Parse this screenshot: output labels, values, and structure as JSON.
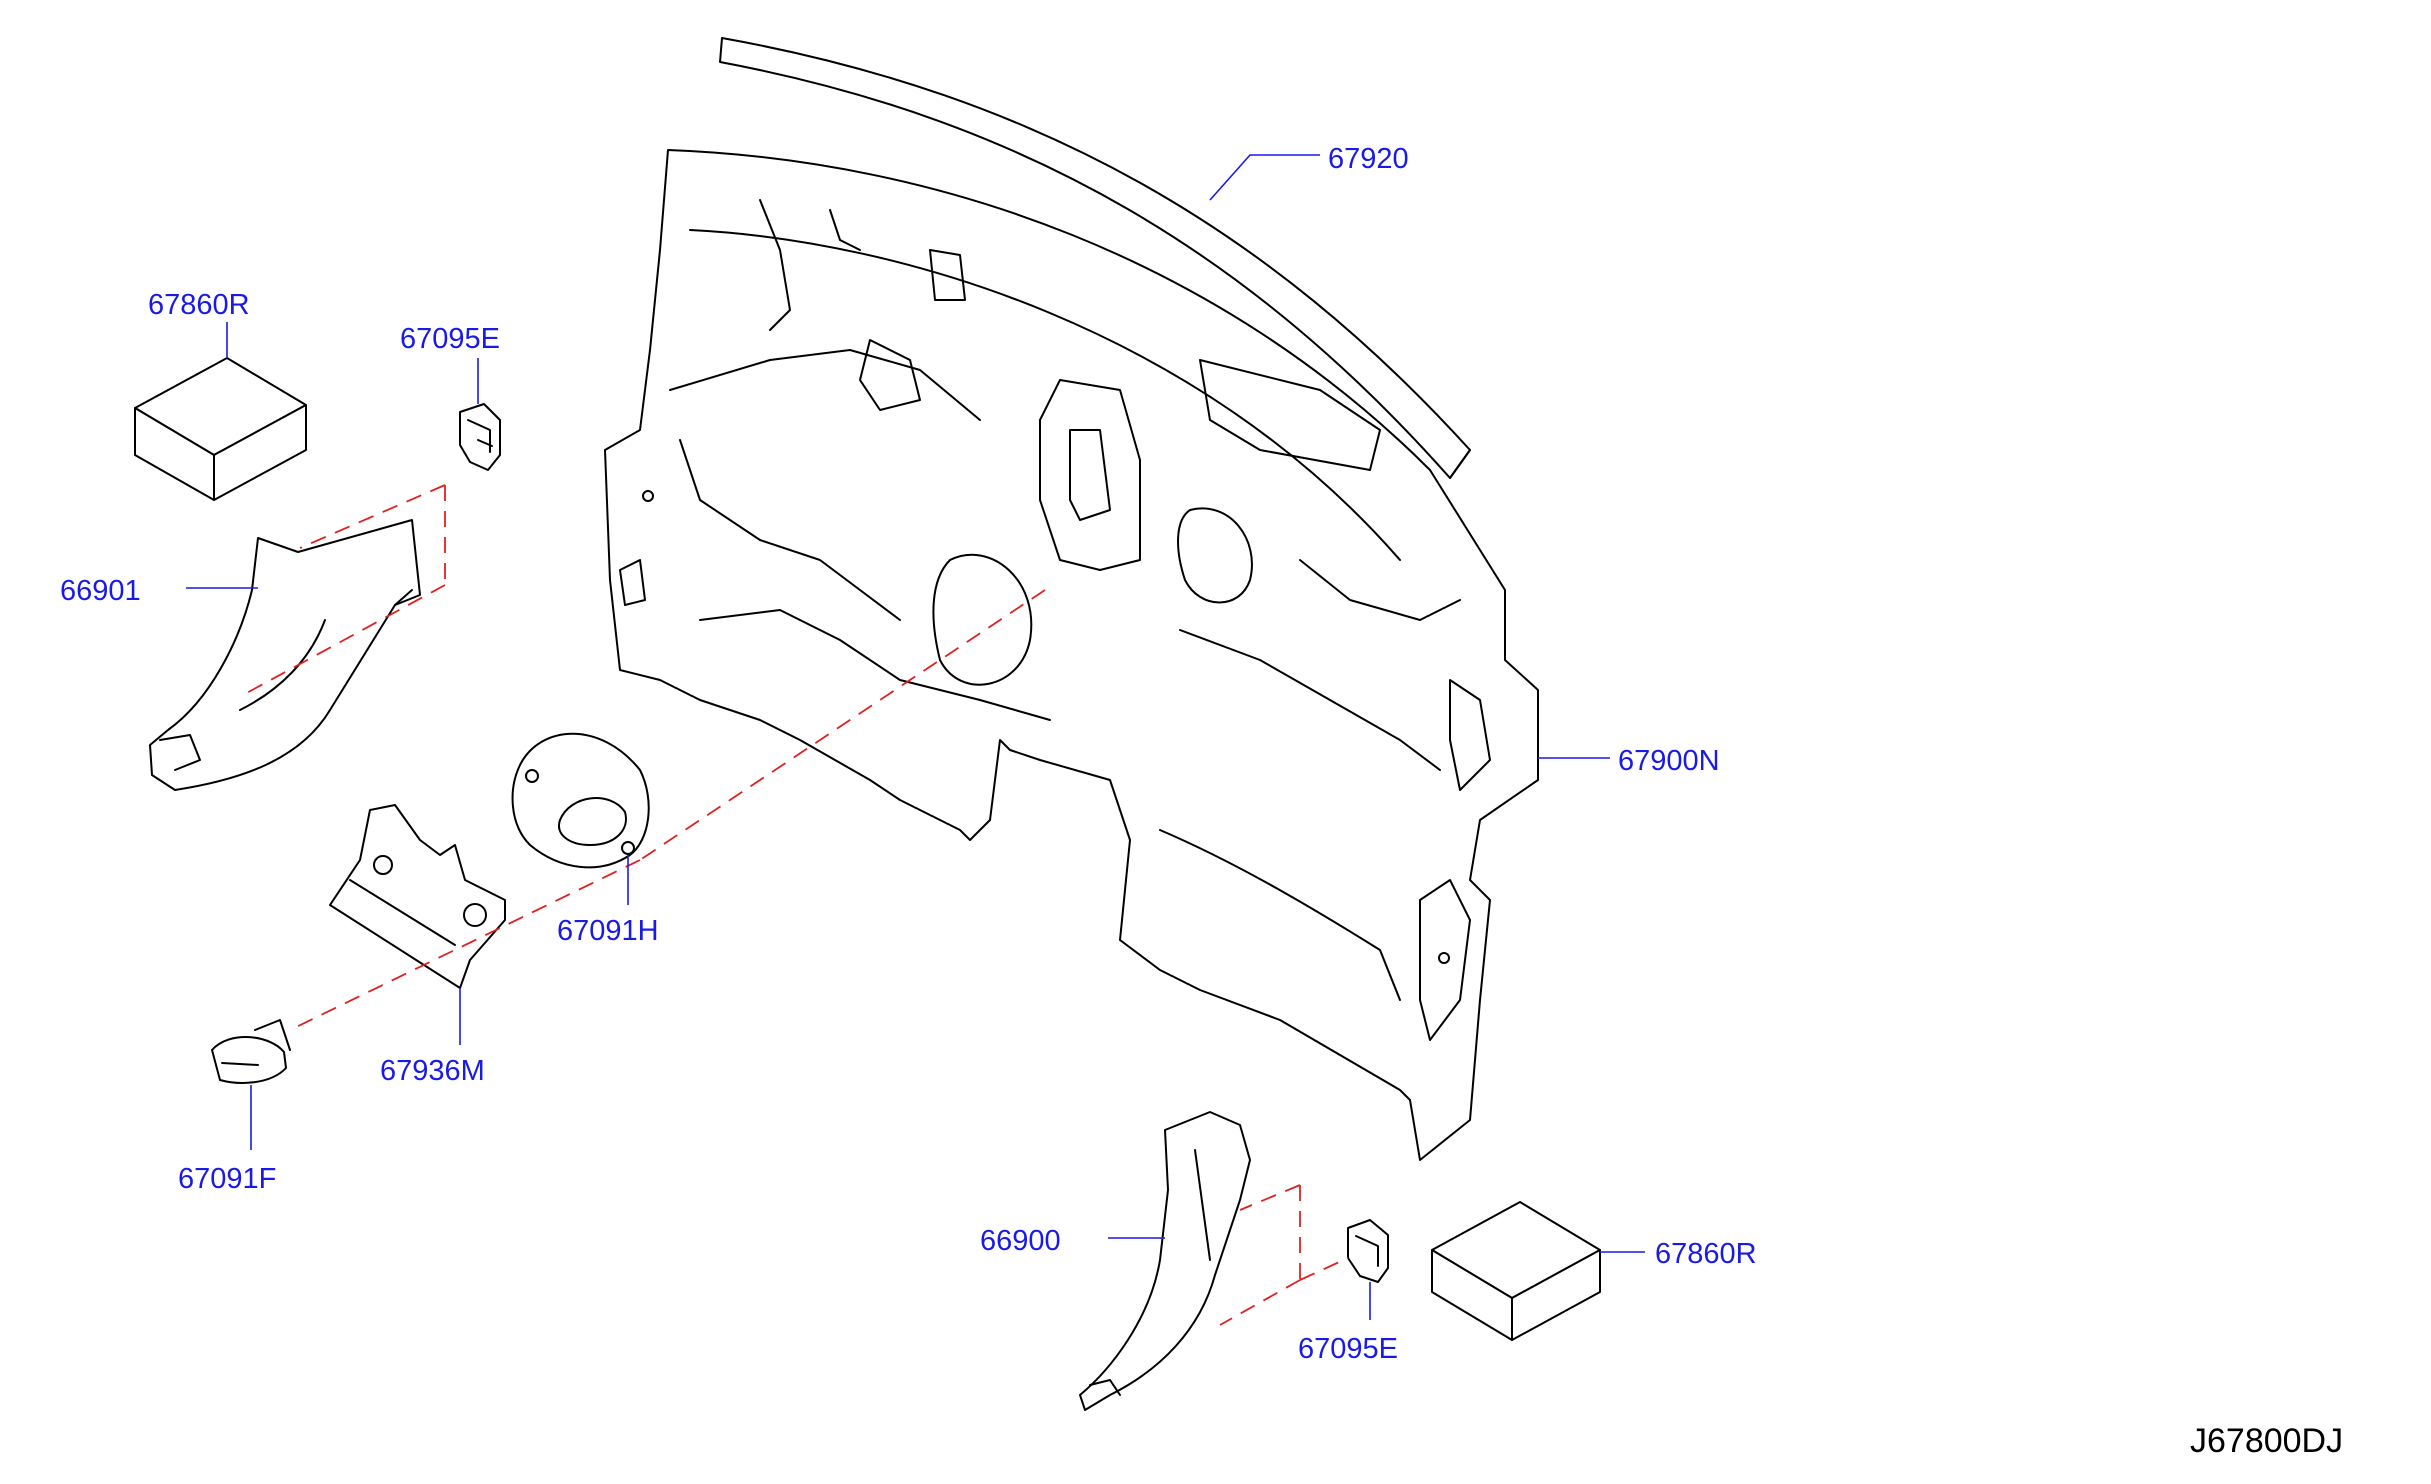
{
  "colors": {
    "label": "#1a1ae6",
    "line": "#000000",
    "dashed": "#e02020",
    "background": "#ffffff"
  },
  "labels": {
    "p67920": "67920",
    "p67860R_left": "67860R",
    "p67095E_left": "67095E",
    "p66901": "66901",
    "p67900N": "67900N",
    "p67091H": "67091H",
    "p67936M": "67936M",
    "p67091F": "67091F",
    "p66900": "66900",
    "p67095E_right": "67095E",
    "p67860R_right": "67860R"
  },
  "diagram_code": "J67800DJ"
}
